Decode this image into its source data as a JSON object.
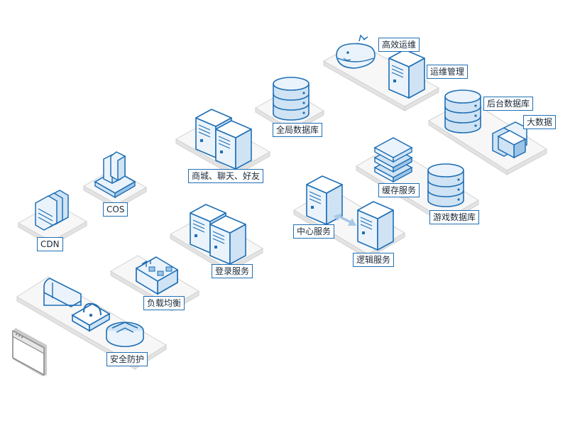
{
  "diagram": {
    "colors": {
      "stroke": "#1f6fb5",
      "fill_light": "#eaf3fb",
      "fill_mid": "#cfe3f4",
      "fill_dark": "#9cc4e6",
      "platform_top": "#f7f7f7",
      "platform_side": "#e3e3e3",
      "platform_stroke": "#d2d2d2",
      "arrow": "#a7c8e7"
    },
    "labels": {
      "gaoxiao_yunwei": "高效运维",
      "yunwei_guanli": "运维管理",
      "houtai_shujuku": "后台数据库",
      "dashuju": "大数据",
      "quanju_shujuku": "全局数据库",
      "shangcheng": "商城、聊天、好友",
      "huancun_fuwu": "缓存服务",
      "youxi_shujuku": "游戏数据库",
      "cdn": "CDN",
      "cos": "COS",
      "denglu_fuwu": "登录服务",
      "zhongxin_fuwu": "中心服务",
      "luoji_fuwu": "逻辑服务",
      "fuzai_junheng": "负载均衡",
      "anquan_fanghu": "安全防护"
    }
  }
}
